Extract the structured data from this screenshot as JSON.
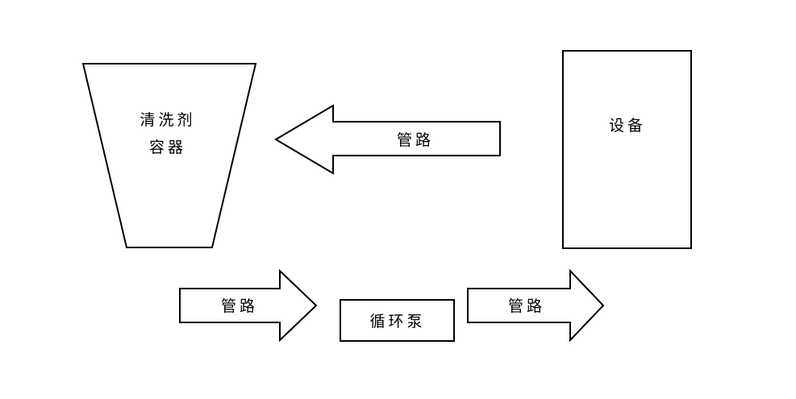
{
  "diagram": {
    "background_color": "#ffffff",
    "line_color": "#000000",
    "nodes": {
      "container": {
        "shape": "trapezoid",
        "label_line1": "清洗剂",
        "label_line2": "容器"
      },
      "equipment": {
        "shape": "rectangle",
        "label": "设备"
      },
      "pump": {
        "shape": "rectangle",
        "label": "循环泵"
      }
    },
    "arrows": {
      "equipment_to_container": {
        "label": "管路",
        "direction": "left"
      },
      "container_to_pump": {
        "label": "管路",
        "direction": "right"
      },
      "pump_to_equipment": {
        "label": "管路",
        "direction": "right"
      }
    }
  }
}
